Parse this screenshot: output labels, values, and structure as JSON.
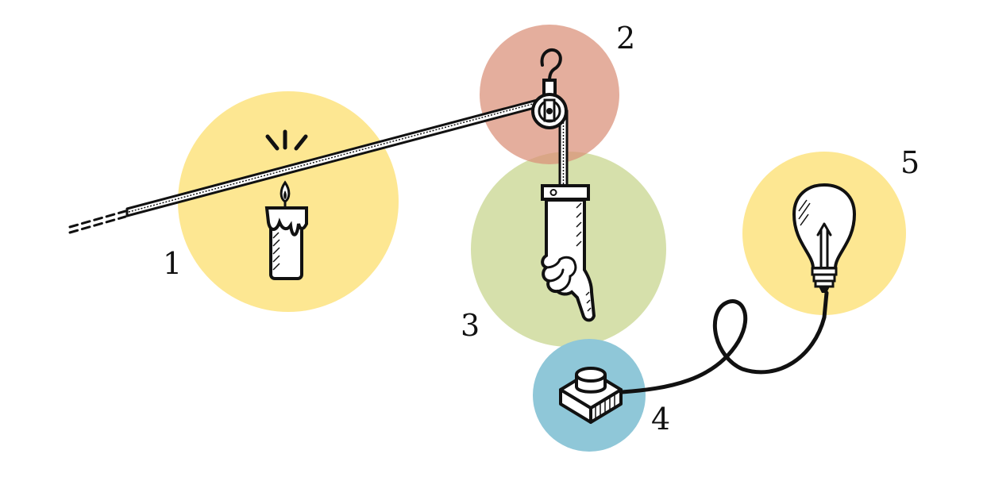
{
  "diagram": {
    "steps": [
      {
        "number": "1",
        "object": "candle",
        "icon": "candle-icon",
        "color": "#fde792"
      },
      {
        "number": "2",
        "object": "pulley",
        "icon": "pulley-icon",
        "color": "#e1ac99"
      },
      {
        "number": "3",
        "object": "pointing-hand",
        "icon": "pointing-hand-icon",
        "color": "#d4deab"
      },
      {
        "number": "4",
        "object": "push-button",
        "icon": "push-button-icon",
        "color": "#8fc7d8"
      },
      {
        "number": "5",
        "object": "light-bulb",
        "icon": "light-bulb-icon",
        "color": "#fde792"
      }
    ]
  }
}
